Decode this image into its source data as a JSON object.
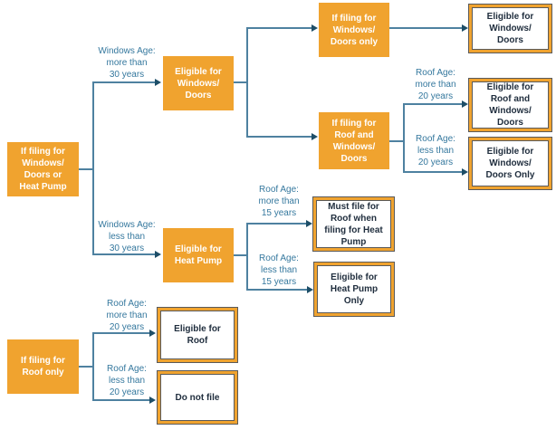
{
  "colors": {
    "node_fill_orange": "#F0A32F",
    "node_text_white": "#FFFFFF",
    "outline_box_thin_border": "#5A5A5A",
    "outline_box_text": "#1F2D3D",
    "connector_line": "#4E81A0",
    "arrowhead": "#1D4E68",
    "edge_label_text": "#35789E",
    "background": "#FFFFFF"
  },
  "nodes": {
    "root_wdhp": {
      "label": "If filing for\nWindows/\nDoors or\nHeat Pump"
    },
    "eligible_wd": {
      "label": "Eligible for\nWindows/\nDoors"
    },
    "filing_wd_only": {
      "label": "If filing for\nWindows/\nDoors only"
    },
    "filing_roof_wd": {
      "label": "If filing for\nRoof and\nWindows/\nDoors"
    },
    "eligible_hp": {
      "label": "Eligible for\nHeat Pump"
    },
    "root_roof": {
      "label": "If filing for\nRoof only"
    },
    "result_wd": {
      "label": "Eligible for\nWindows/\nDoors"
    },
    "result_roof_wd": {
      "label": "Eligible for\nRoof and\nWindows/\nDoors"
    },
    "result_wd_only": {
      "label": "Eligible for\nWindows/\nDoors Only"
    },
    "result_must_roof": {
      "label": "Must file for\nRoof when\nfiling for Heat\nPump"
    },
    "result_hp_only": {
      "label": "Eligible for\nHeat Pump\nOnly"
    },
    "result_roof": {
      "label": "Eligible for\nRoof"
    },
    "result_do_not_file": {
      "label": "Do not file"
    }
  },
  "edge_labels": {
    "windows_more_30": "Windows Age:\nmore than\n30 years",
    "windows_less_30": "Windows Age:\nless than\n30 years",
    "roof_more_20_top": "Roof Age:\nmore than\n20 years",
    "roof_less_20_top": "Roof Age:\nless than\n20 years",
    "roof_more_15": "Roof Age:\nmore than\n15 years",
    "roof_less_15": "Roof Age:\nless than\n15 years",
    "roof_more_20_bottom": "Roof Age:\nmore than\n20 years",
    "roof_less_20_bottom": "Roof Age:\nless than\n20 years"
  }
}
